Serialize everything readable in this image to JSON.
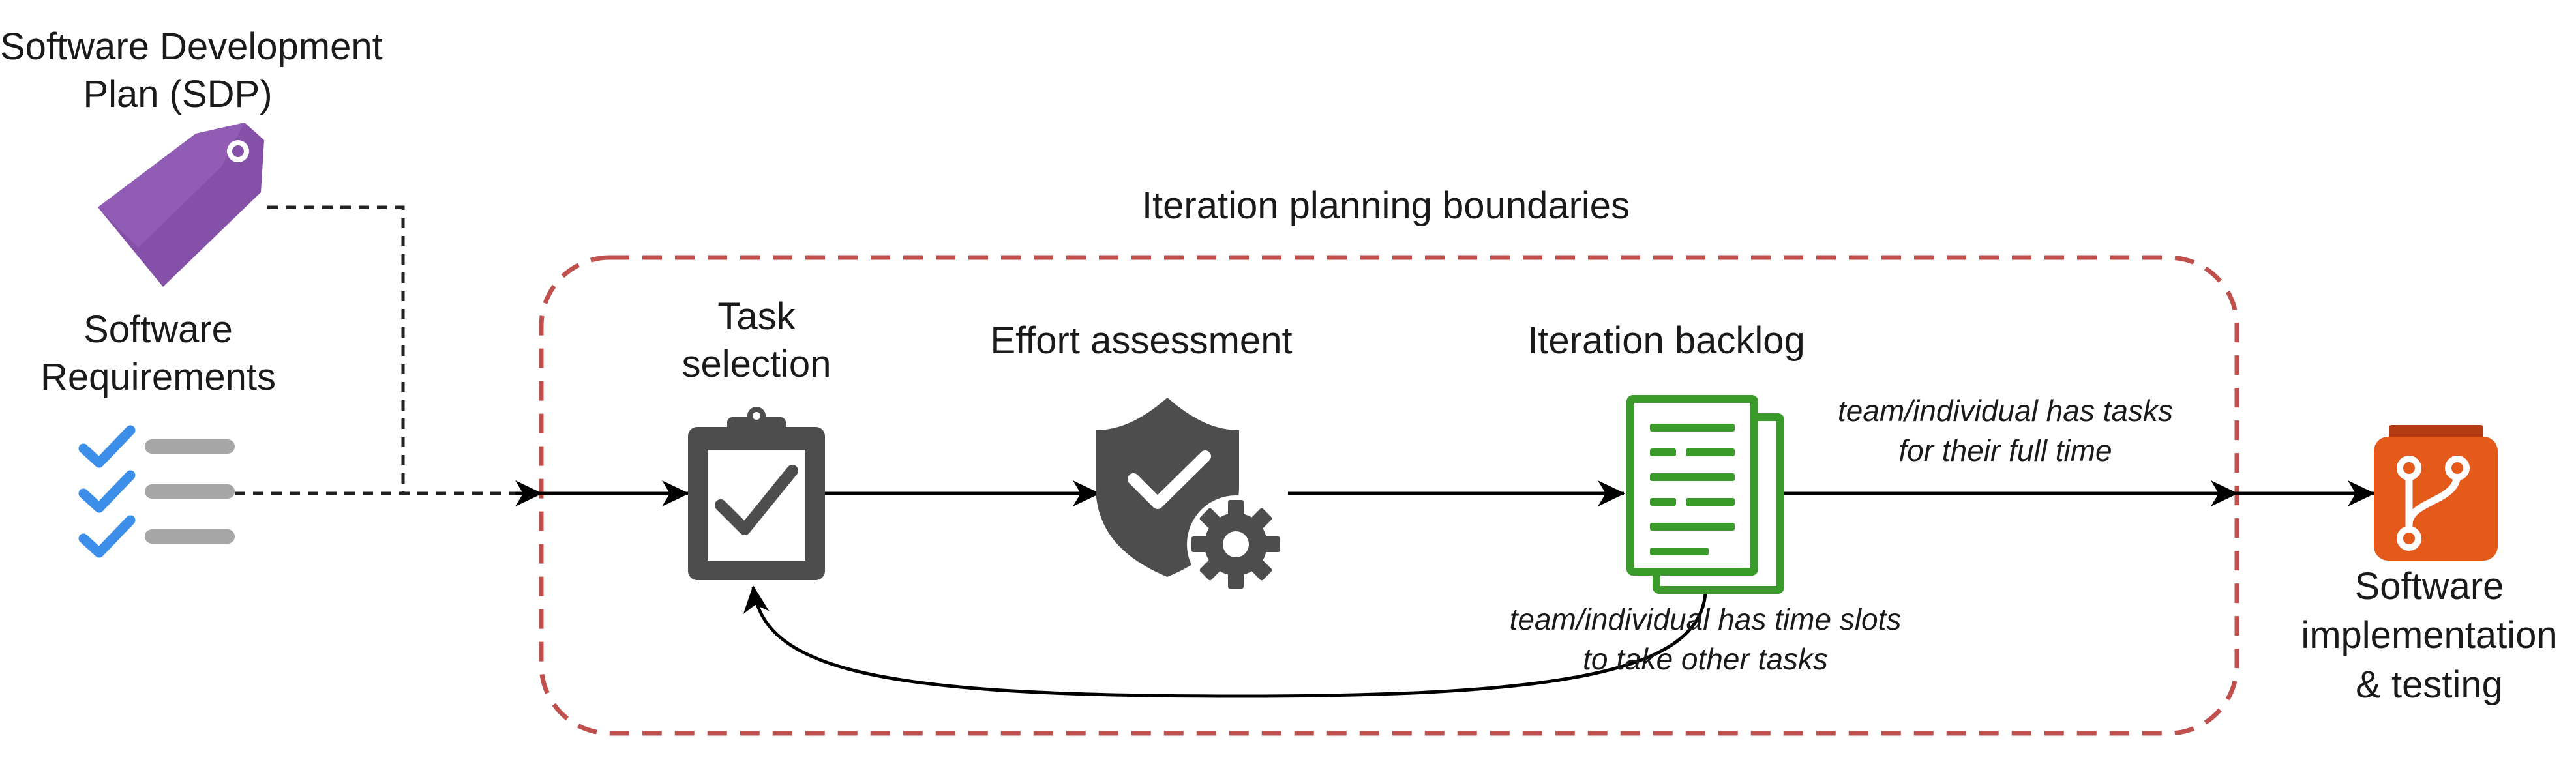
{
  "diagram": {
    "sdp": {
      "line1": "Software Development",
      "line2": "Plan (SDP)",
      "icon": "price-tag-icon"
    },
    "requirements": {
      "line1": "Software",
      "line2": "Requirements",
      "icon": "checklist-icon"
    },
    "boundary": {
      "label": "Iteration planning boundaries"
    },
    "task_selection": {
      "line1": "Task",
      "line2": "selection",
      "icon": "clipboard-check-icon"
    },
    "effort_assessment": {
      "label": "Effort assessment",
      "icon": "shield-gear-icon"
    },
    "iteration_backlog": {
      "label": "Iteration backlog",
      "icon": "document-list-icon"
    },
    "full_time_note": {
      "line1": "team/individual has tasks",
      "line2": "for their full time"
    },
    "time_slots_note": {
      "line1": "team/individual has time slots",
      "line2": "to take other tasks"
    },
    "implementation": {
      "line1": "Software",
      "line2": "implementation",
      "line3": "& testing",
      "icon": "git-branch-icon"
    },
    "colors": {
      "tag_purple": "#8550a8",
      "boundary_red": "#c0504d",
      "icon_gray": "#4d4d4d",
      "backlog_green": "#3a9a2a",
      "check_blue": "#3d8ee8",
      "git_orange": "#e35a1a"
    }
  }
}
